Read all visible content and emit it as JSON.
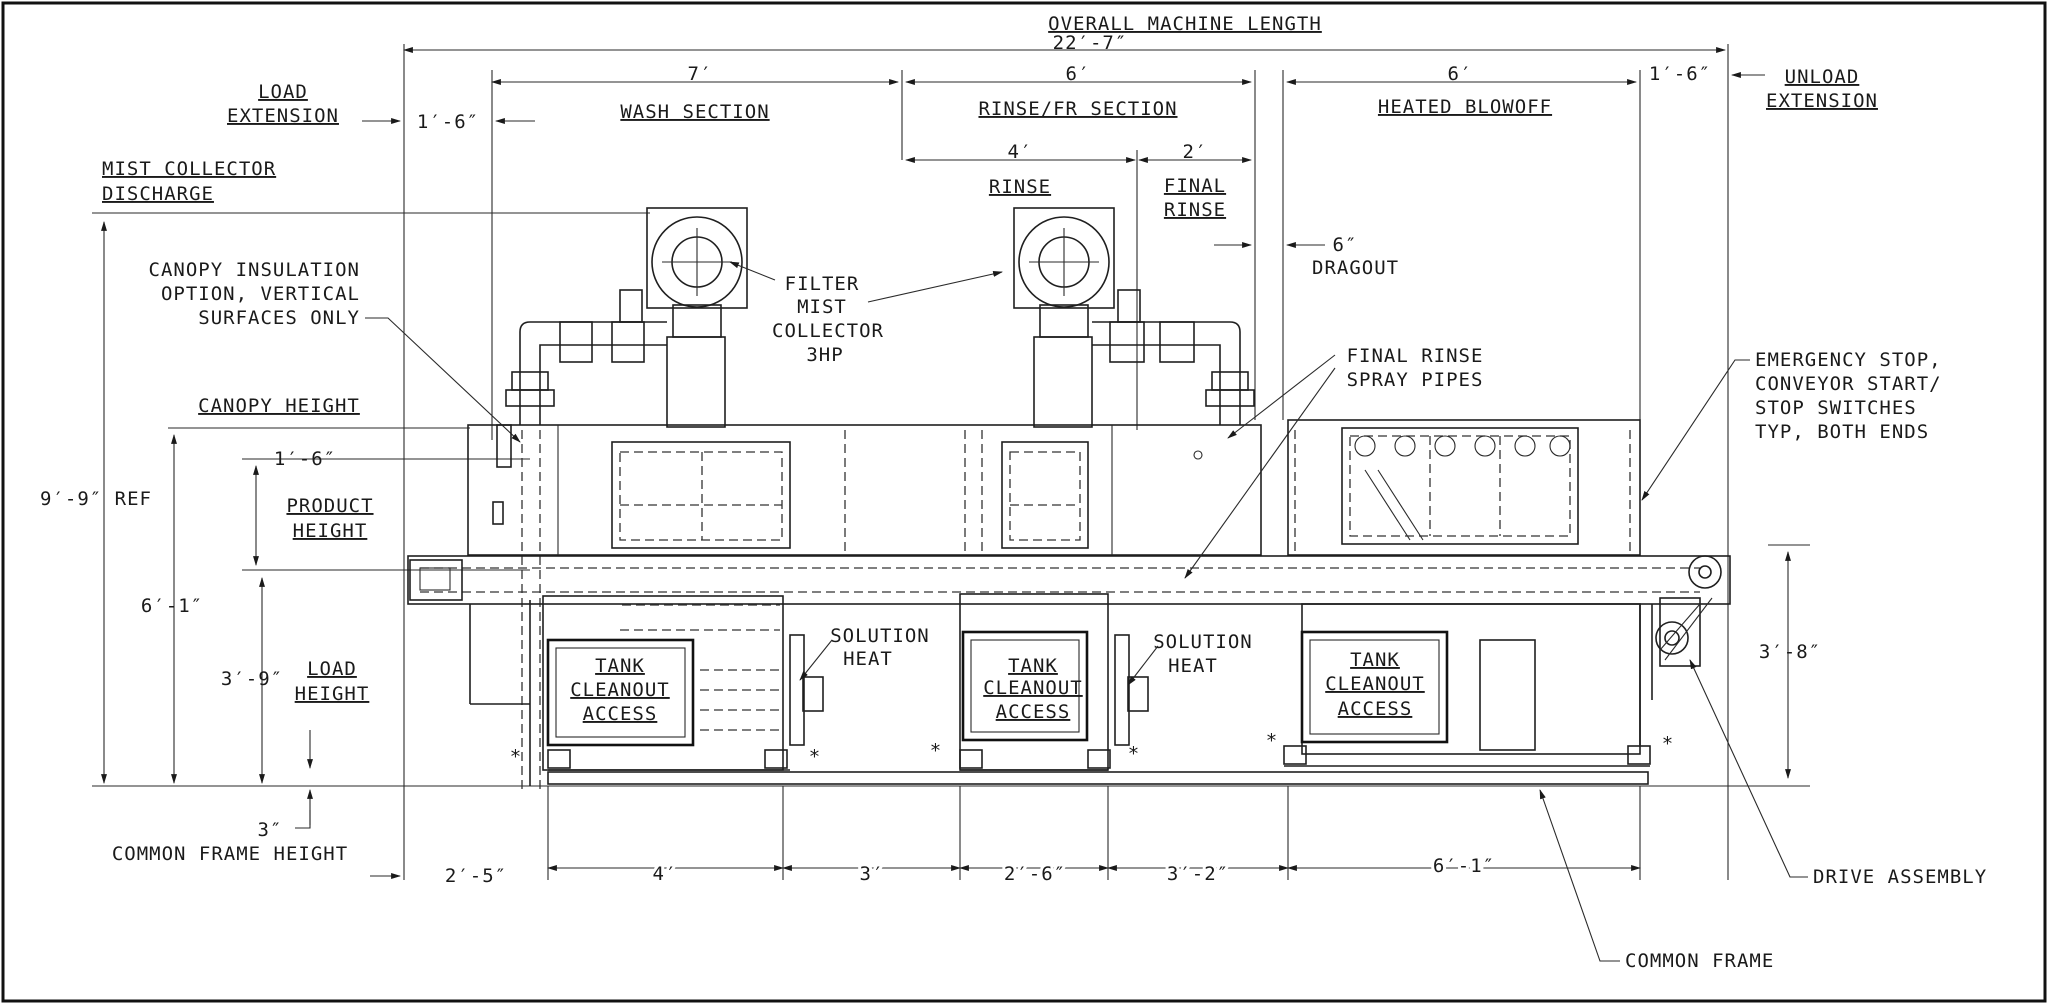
{
  "dims": {
    "overall_label": "OVERALL MACHINE LENGTH",
    "overall": "22′-7″",
    "load_ext_dim": "1′-6″",
    "wash": "7′",
    "rinse_fr": "6′",
    "blowoff": "6′",
    "unload_ext_dim": "1′-6″",
    "rinse": "4′",
    "final_rinse": "2′",
    "dragout": "6″",
    "canopy_offset": "1′-6″",
    "overall_height": "9′-9″ REF",
    "canopy_height": "6′-1″",
    "load_height": "3′-9″",
    "unload_height": "3′-8″",
    "frame_height": "3″",
    "b1": "2′-5″",
    "b2": "4′",
    "b3": "3′",
    "b4": "2′-6″",
    "b5": "3′-2″",
    "b6": "6′-1″"
  },
  "labels": {
    "load_ext_1": "LOAD",
    "load_ext_2": "EXTENSION",
    "wash_section": "WASH SECTION",
    "rinse_fr_section": "RINSE/FR SECTION",
    "heated_blowoff": "HEATED BLOWOFF",
    "unload_ext_1": "UNLOAD",
    "unload_ext_2": "EXTENSION",
    "mist_1": "MIST COLLECTOR",
    "mist_2": "DISCHARGE",
    "rinse": "RINSE",
    "final_rinse_1": "FINAL",
    "final_rinse_2": "RINSE",
    "dragout": "DRAGOUT",
    "canopy_ins_1": "CANOPY INSULATION",
    "canopy_ins_2": "OPTION, VERTICAL",
    "canopy_ins_3": "SURFACES ONLY",
    "filter_1": "FILTER",
    "filter_2": "MIST",
    "filter_3": "COLLECTOR",
    "filter_4": "3HP",
    "spray_1": "FINAL RINSE",
    "spray_2": "SPRAY PIPES",
    "estop_1": "EMERGENCY STOP,",
    "estop_2": "CONVEYOR START/",
    "estop_3": "STOP SWITCHES",
    "estop_4": "TYP, BOTH ENDS",
    "canopy_height": "CANOPY HEIGHT",
    "product_1": "PRODUCT",
    "product_2": "HEIGHT",
    "load_height_1": "LOAD",
    "load_height_2": "HEIGHT",
    "tank_1": "TANK",
    "tank_2": "CLEANOUT",
    "tank_3": "ACCESS",
    "solution_1": "SOLUTION",
    "solution_2": "HEAT",
    "common_frame_height": "COMMON FRAME HEIGHT",
    "drive_assembly": "DRIVE ASSEMBLY",
    "common_frame": "COMMON FRAME"
  }
}
